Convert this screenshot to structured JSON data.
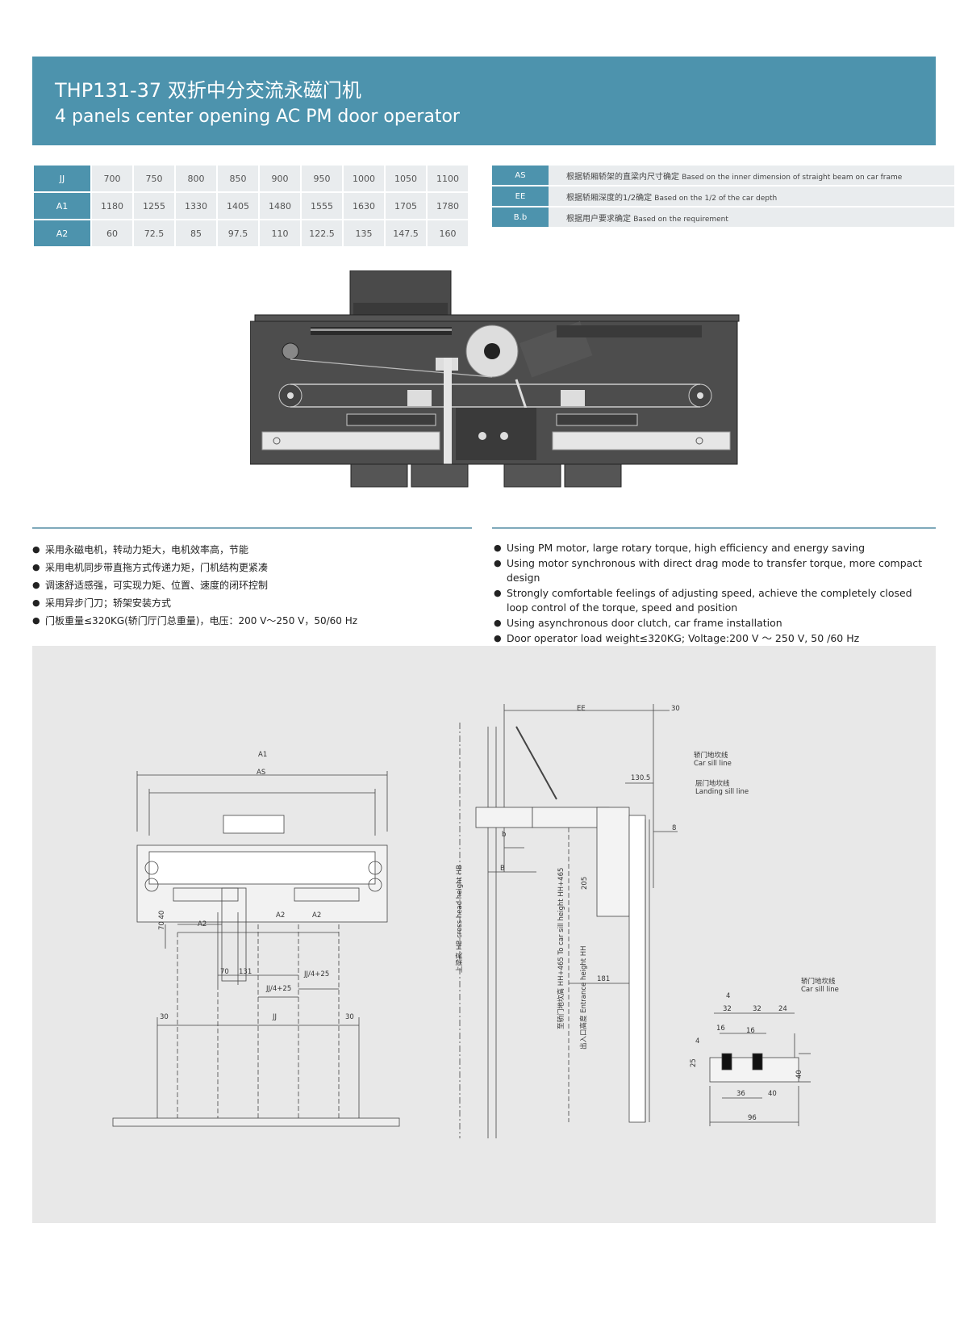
{
  "header": {
    "title_cn": "THP131-37  双折中分交流永磁门机",
    "title_en": "4 panels center opening AC PM door operator"
  },
  "spec_table": {
    "rows": [
      {
        "label": "JJ",
        "values": [
          "700",
          "750",
          "800",
          "850",
          "900",
          "950",
          "1000",
          "1050",
          "1100"
        ]
      },
      {
        "label": "A1",
        "values": [
          "1180",
          "1255",
          "1330",
          "1405",
          "1480",
          "1555",
          "1630",
          "1705",
          "1780"
        ]
      },
      {
        "label": "A2",
        "values": [
          "60",
          "72.5",
          "85",
          "97.5",
          "110",
          "122.5",
          "135",
          "147.5",
          "160"
        ]
      }
    ]
  },
  "notes_table": [
    {
      "label": "AS",
      "cn": "根据轿厢轿架的直梁内尺寸确定",
      "en": "Based on the inner dimension of straight beam on car frame"
    },
    {
      "label": "EE",
      "cn": "根据轿厢深度的1/2确定",
      "en": "Based on the 1/2 of the car depth"
    },
    {
      "label": "B.b",
      "cn": "根据用户要求确定",
      "en": "Based on the requirement"
    }
  ],
  "features_cn": [
    "采用永磁电机，转动力矩大，电机效率高，节能",
    "采用电机同步带直拖方式传递力矩，门机结构更紧凑",
    "调速舒适感强，可实现力矩、位置、速度的闭环控制",
    "采用异步门刀；轿架安装方式",
    "门板重量≤320KG(轿门厅门总重量)，电压：200 V～250 V，50/60 Hz"
  ],
  "features_en": [
    "Using PM motor, large rotary torque, high efficiency and energy saving",
    "Using motor synchronous with direct drag mode to transfer torque, more compact design",
    "Strongly comfortable feelings of adjusting speed, achieve the completely closed loop control of the torque, speed and position",
    "Using asynchronous door clutch, car frame installation",
    "Door operator load weight≤320KG; Voltage:200 V ～ 250 V, 50 /60 Hz"
  ],
  "drawing": {
    "front": {
      "a1": "A1",
      "as": "AS",
      "a2_left": "A2",
      "a2_mid": "A2",
      "a2_right": "A2",
      "d70_40": "70 40",
      "d70": "70",
      "d131": "131",
      "jj4_left": "JJ/4+25",
      "jj4_right": "JJ/4+25",
      "d30_left": "30",
      "jj": "JJ",
      "d30_right": "30"
    },
    "side": {
      "ee": "EE",
      "d30": "30",
      "d130_5": "130.5",
      "d8": "8",
      "b_small": "b",
      "b_big": "B",
      "d205": "205",
      "d181": "181",
      "car_sill_cn": "轿门地坎线",
      "car_sill_en": "Car sill line",
      "landing_sill_cn": "层门地坎线",
      "landing_sill_en": "Landing sill line",
      "hb_label": "上梁高  HB cross head height HB",
      "hh465_label": "至轿门地坎高  HH+465 To car sill height HH+465",
      "hh_label": "出入口高度  Entrance height HH"
    },
    "sill": {
      "d4_top": "4",
      "d32_left": "32",
      "d32_right": "32",
      "d24": "24",
      "d16_left": "16",
      "d16_right": "16",
      "d4_side": "4",
      "d25": "25",
      "d40_side": "40",
      "d36": "36",
      "d40_bottom": "40",
      "d96": "96",
      "car_sill_cn": "轿门地坎线",
      "car_sill_en": "Car sill line"
    }
  }
}
